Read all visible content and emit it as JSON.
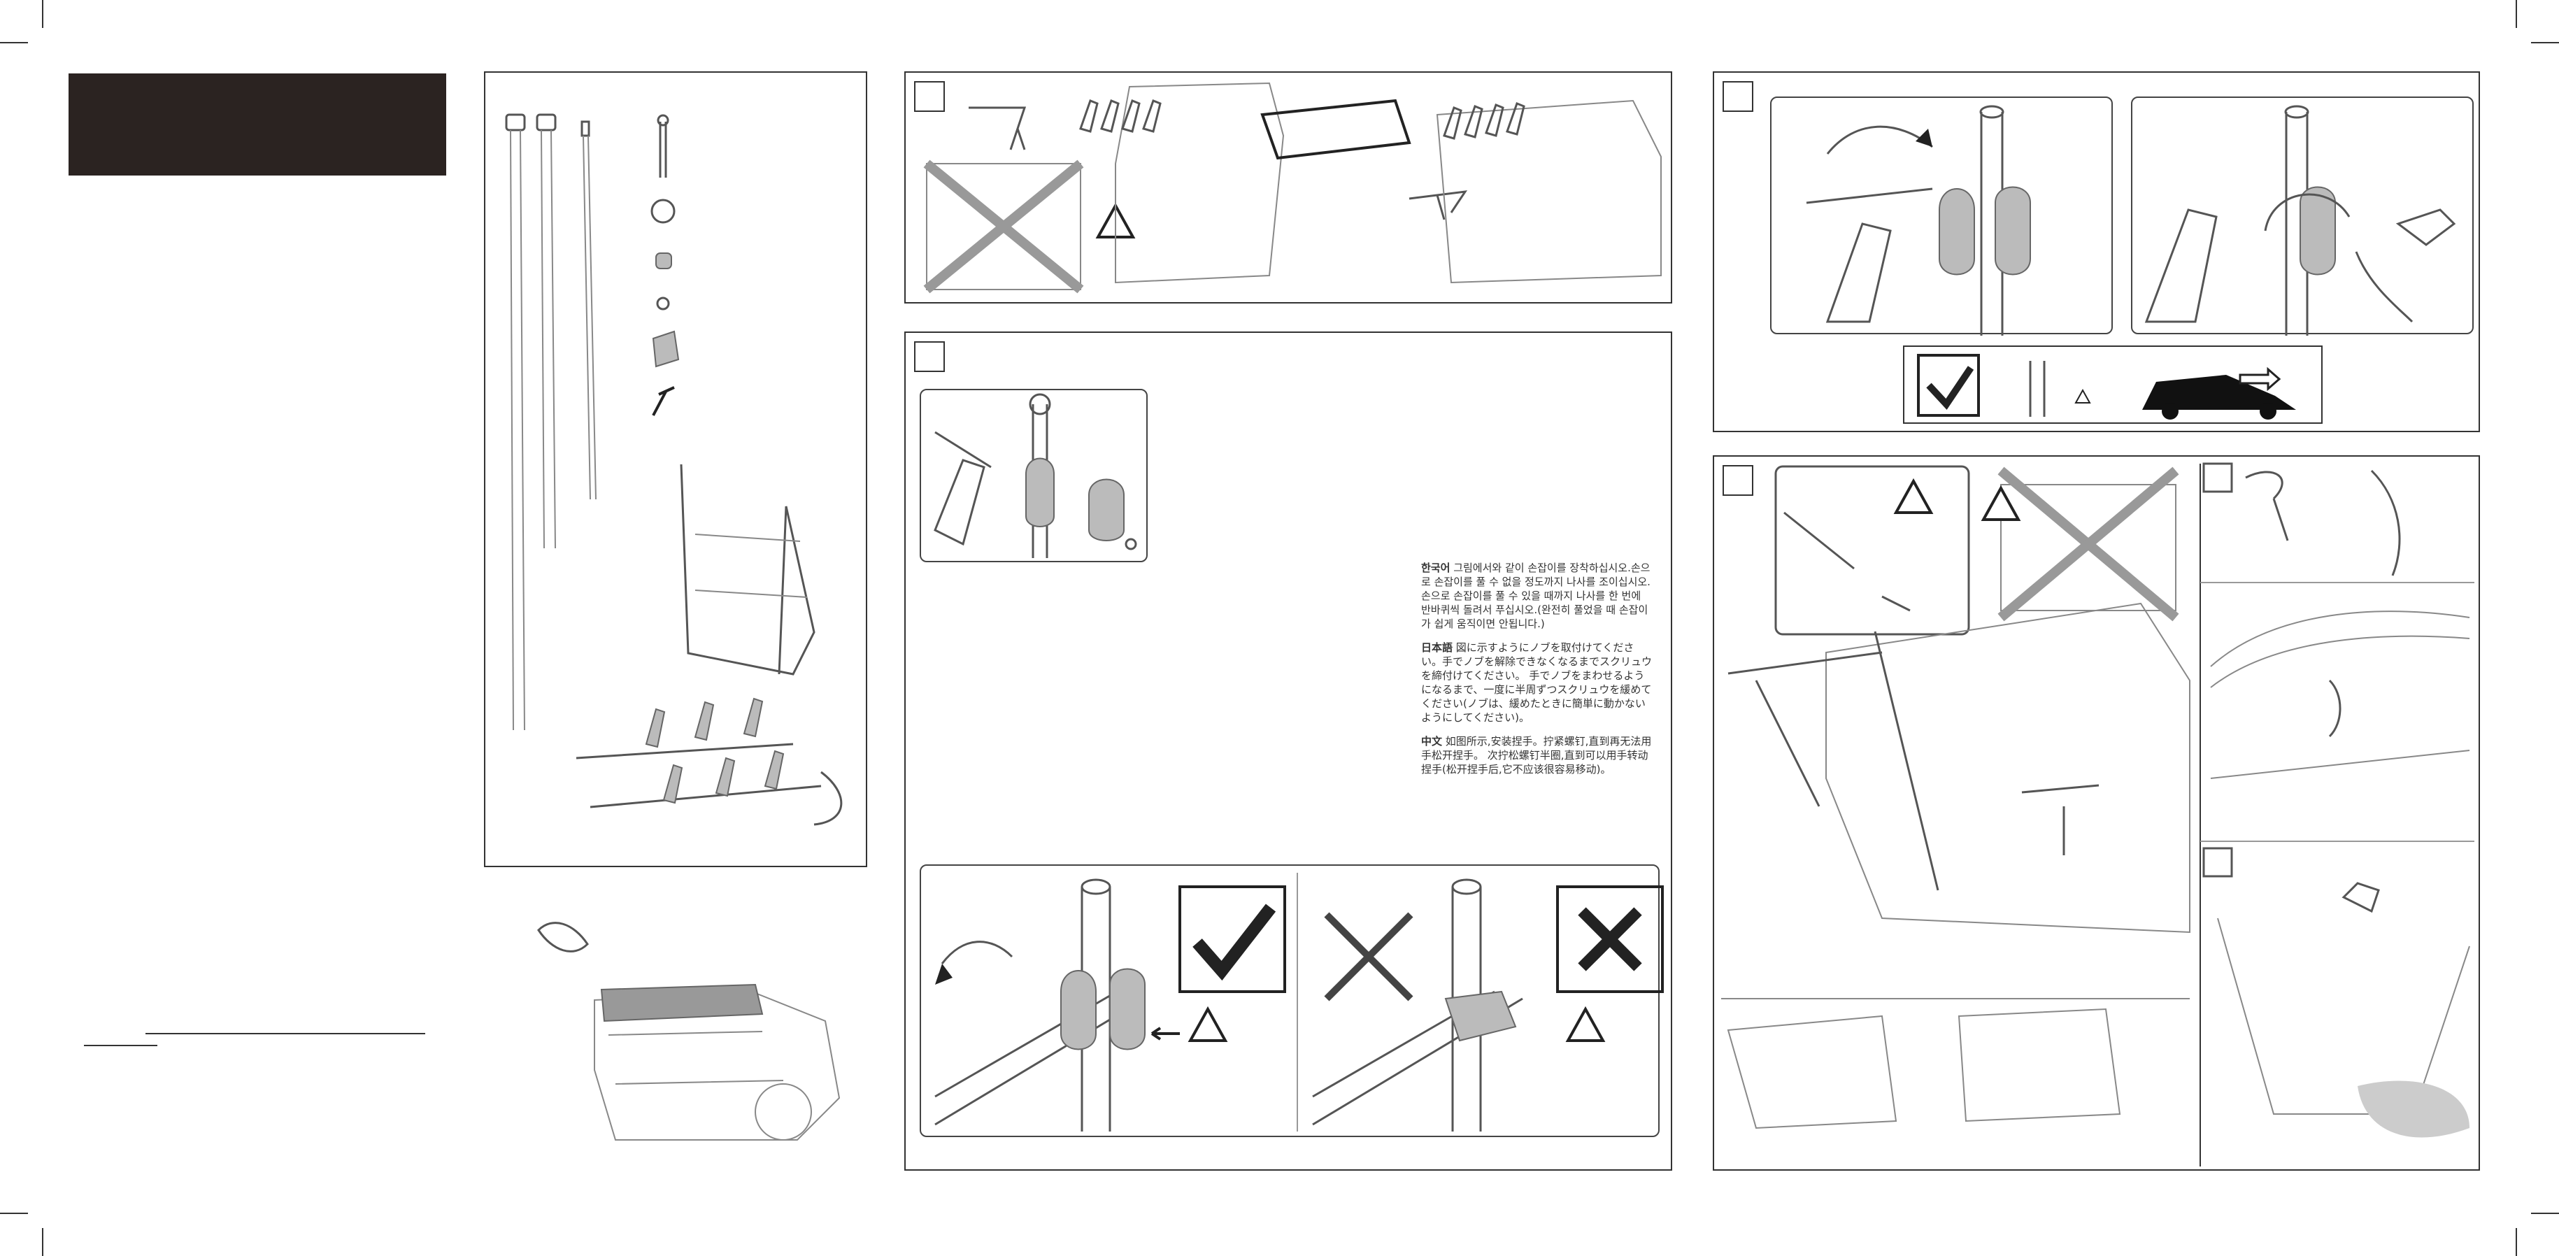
{
  "intl_text": {
    "ko_label": "한국어",
    "ko_text": "그림에서와 같이 손잡이를 장착하십시오.손으로 손잡이를 풀 수 없을 정도까지 나사를 조이십시오. 손으로 손잡이를 풀 수 있을 때까지 나사를 한 번에 반바퀴씩 돌려서 푸십시오.(완전히 풀었을 때 손잡이가 쉽게 움직이면 안됩니다.)",
    "ja_label": "日本語",
    "ja_text": "図に示すようにノブを取付けてください。手でノブを解除できなくなるまでスクリュウを締付けてください。 手でノブをまわせるようになるまで、一度に半周ずつスクリュウを緩めてください(ノブは、緩めたときに簡単に動かないようにしてください)。",
    "zh_label": "中文",
    "zh_text": "如图所示,安装捏手。拧紧螺钉,直到再无法用手松开捏手。 次拧松螺钉半圈,直到可以用手转动捏手(松开捏手后,它不应该很容易移动)。"
  },
  "colors": {
    "title_block": "#2b2321",
    "lines": "#333333",
    "drawing_gray": "#bbbbbb"
  },
  "icons": [
    "warning-icon",
    "check-icon",
    "cross-icon",
    "arrow-icon"
  ]
}
